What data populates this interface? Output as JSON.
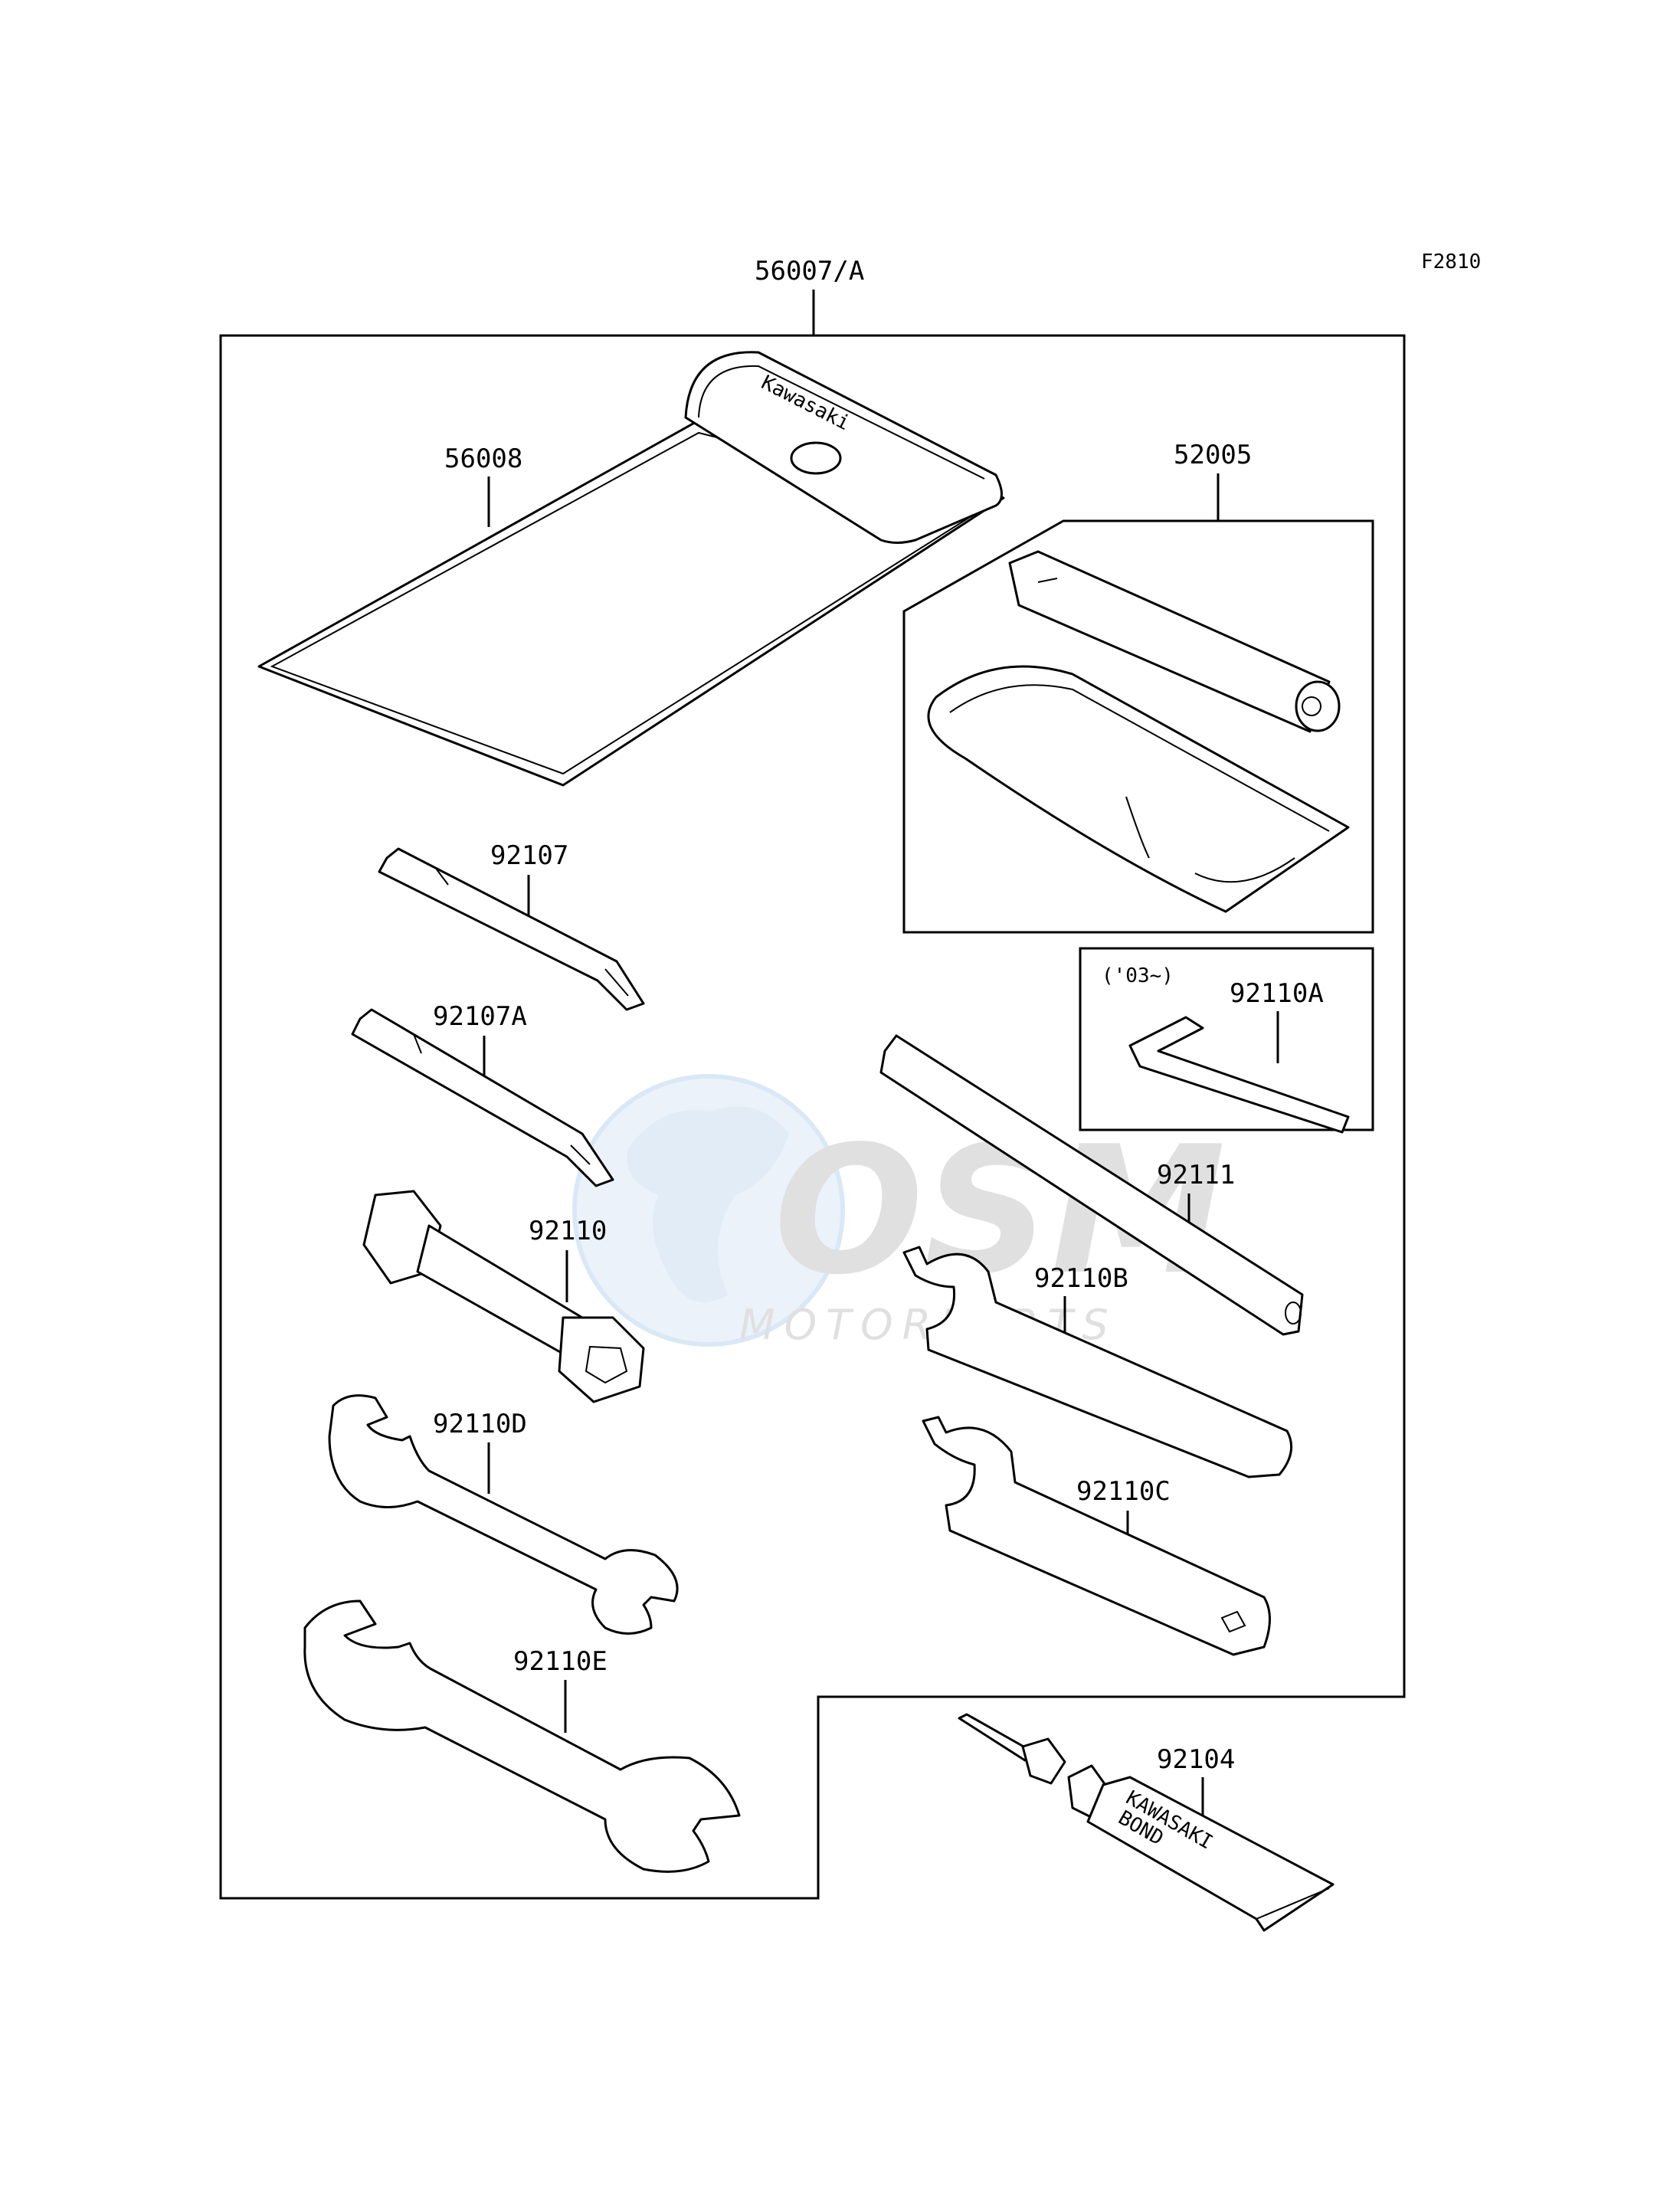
{
  "figure_code": "F2810",
  "parts": {
    "kit": "56007/A",
    "pouch": "56008",
    "pump": "52005",
    "hex_key": "92110A",
    "hex_key_note": "('03~)",
    "driver_a": "92107",
    "driver_b": "92107A",
    "plug_wrench": "92110",
    "bar": "92111",
    "hook_b": "92110B",
    "hook_c": "92110C",
    "wrench_d": "92110D",
    "wrench_e": "92110E",
    "bond": "92104"
  },
  "imprints": {
    "pouch_brand": "Kawasaki",
    "tube_line1": "KAWASAKI",
    "tube_line2": "BOND"
  },
  "watermark": {
    "logo": "OSM",
    "sub": "MOTORPARTS"
  },
  "colors": {
    "line": "#000000",
    "background": "#ffffff",
    "watermark_gray": "#c8c8c8",
    "watermark_blue": "#bcd6f0"
  }
}
